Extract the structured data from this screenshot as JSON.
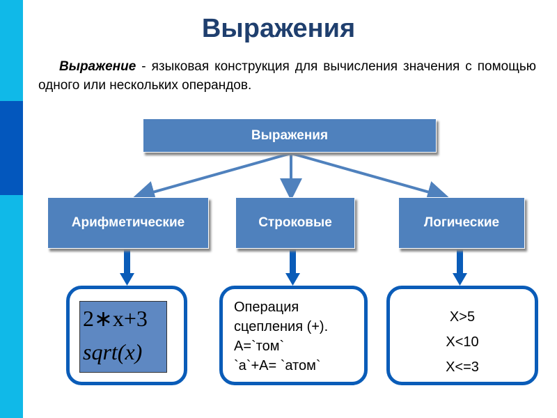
{
  "title": "Выражения",
  "definition": {
    "term": "Выражение",
    "text": " - языковая конструкция для вычисления значения с помощью одного или нескольких операндов."
  },
  "root": "Выражения",
  "categories": [
    {
      "label": "Арифметические",
      "examples": [
        "2∗x+3",
        "sqrt(x)"
      ]
    },
    {
      "label": "Строковые",
      "examples": [
        "Операция сцепления (+).",
        "А=`том`",
        "`а`+А= `атом`"
      ]
    },
    {
      "label": "Логические",
      "examples": [
        "X>5",
        "X<10",
        "X<=3"
      ]
    }
  ],
  "colors": {
    "box": "#4f81bd",
    "border": "#0a5cb8",
    "title": "#1f3f6e"
  }
}
